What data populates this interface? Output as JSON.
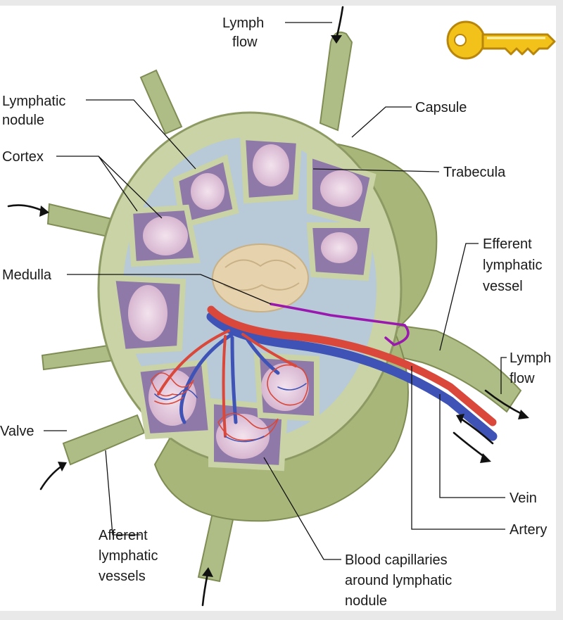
{
  "diagram": {
    "labels": {
      "lymph_flow_top_1": "Lymph",
      "lymph_flow_top_2": "flow",
      "lymphatic_nodule_1": "Lymphatic",
      "lymphatic_nodule_2": "nodule",
      "capsule": "Capsule",
      "cortex": "Cortex",
      "trabecula": "Trabecula",
      "efferent_1": "Efferent",
      "efferent_2": "lymphatic",
      "efferent_3": "vessel",
      "medulla": "Medulla",
      "lymph_flow_right_1": "Lymph",
      "lymph_flow_right_2": "flow",
      "valve": "Valve",
      "vein": "Vein",
      "artery": "Artery",
      "afferent_1": "Afferent",
      "afferent_2": "lymphatic",
      "afferent_3": "vessels",
      "capillaries_1": "Blood capillaries",
      "capillaries_2": "around lymphatic",
      "capillaries_3": "nodule"
    },
    "colors": {
      "background": "#e9e9e9",
      "node_body": "#c9d3a6",
      "capsule_edge": "#8e9a63",
      "cortex_purple": "#8e79a8",
      "germinal_center": "#e8cde0",
      "sinus_blue": "#b8c9d8",
      "medulla_tan": "#e6d2ad",
      "artery_red": "#d9483b",
      "vein_blue": "#3e53b5",
      "marker_purple": "#9a17b0",
      "key_gold": "#f2c21b"
    },
    "icons": {
      "key": "key-icon"
    }
  }
}
